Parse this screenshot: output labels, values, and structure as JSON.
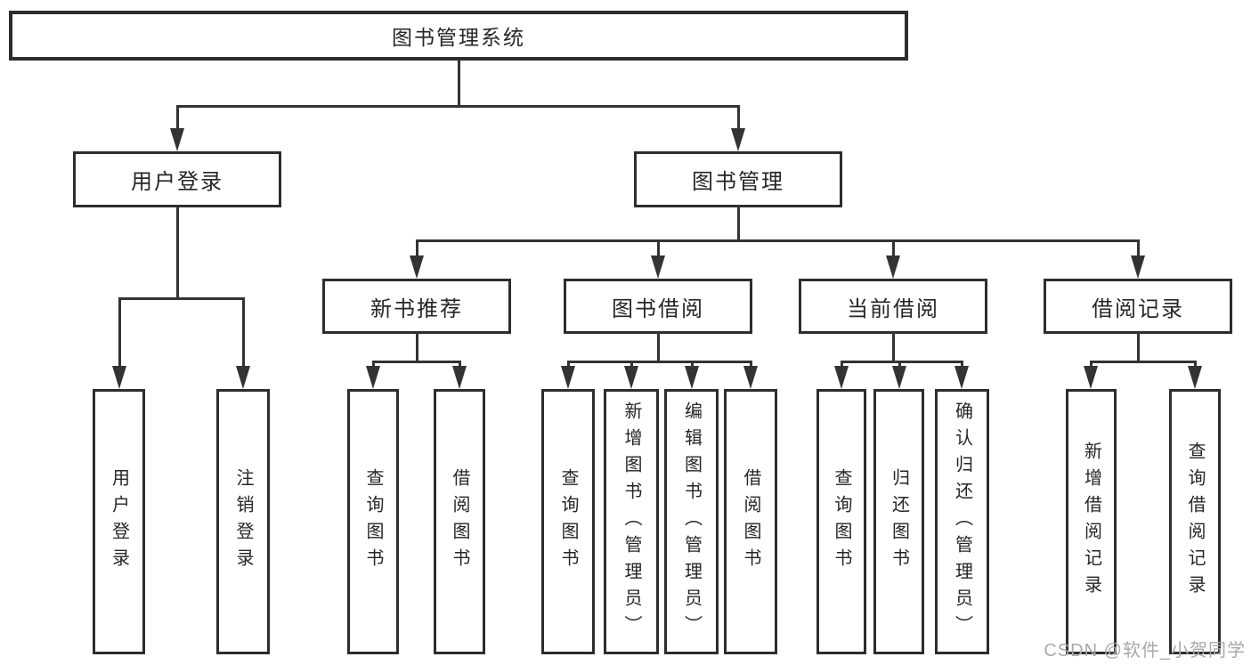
{
  "tree": {
    "root": {
      "label": "图书管理系统",
      "children": [
        {
          "label": "用户登录",
          "children": [
            {
              "label": "用户登录"
            },
            {
              "label": "注销登录"
            }
          ]
        },
        {
          "label": "图书管理",
          "children": [
            {
              "label": "新书推荐",
              "children": [
                {
                  "label": "查询图书"
                },
                {
                  "label": "借阅图书"
                }
              ]
            },
            {
              "label": "图书借阅",
              "children": [
                {
                  "label": "查询图书"
                },
                {
                  "label": "新增图书（管理员）"
                },
                {
                  "label": "编辑图书（管理员）"
                },
                {
                  "label": "借阅图书"
                }
              ]
            },
            {
              "label": "当前借阅",
              "children": [
                {
                  "label": "查询图书"
                },
                {
                  "label": "归还图书"
                },
                {
                  "label": "确认归还（管理员）"
                }
              ]
            },
            {
              "label": "借阅记录",
              "children": [
                {
                  "label": "新增借阅记录"
                },
                {
                  "label": "查询借阅记录"
                }
              ]
            }
          ]
        }
      ]
    }
  },
  "watermark": {
    "text": "CSDN @软件_小贺同学"
  },
  "colors": {
    "background": "#ffffff",
    "line": "#333333",
    "box_border": "#2d2d2d",
    "text": "#262626",
    "watermark": "#a8a8a8"
  }
}
